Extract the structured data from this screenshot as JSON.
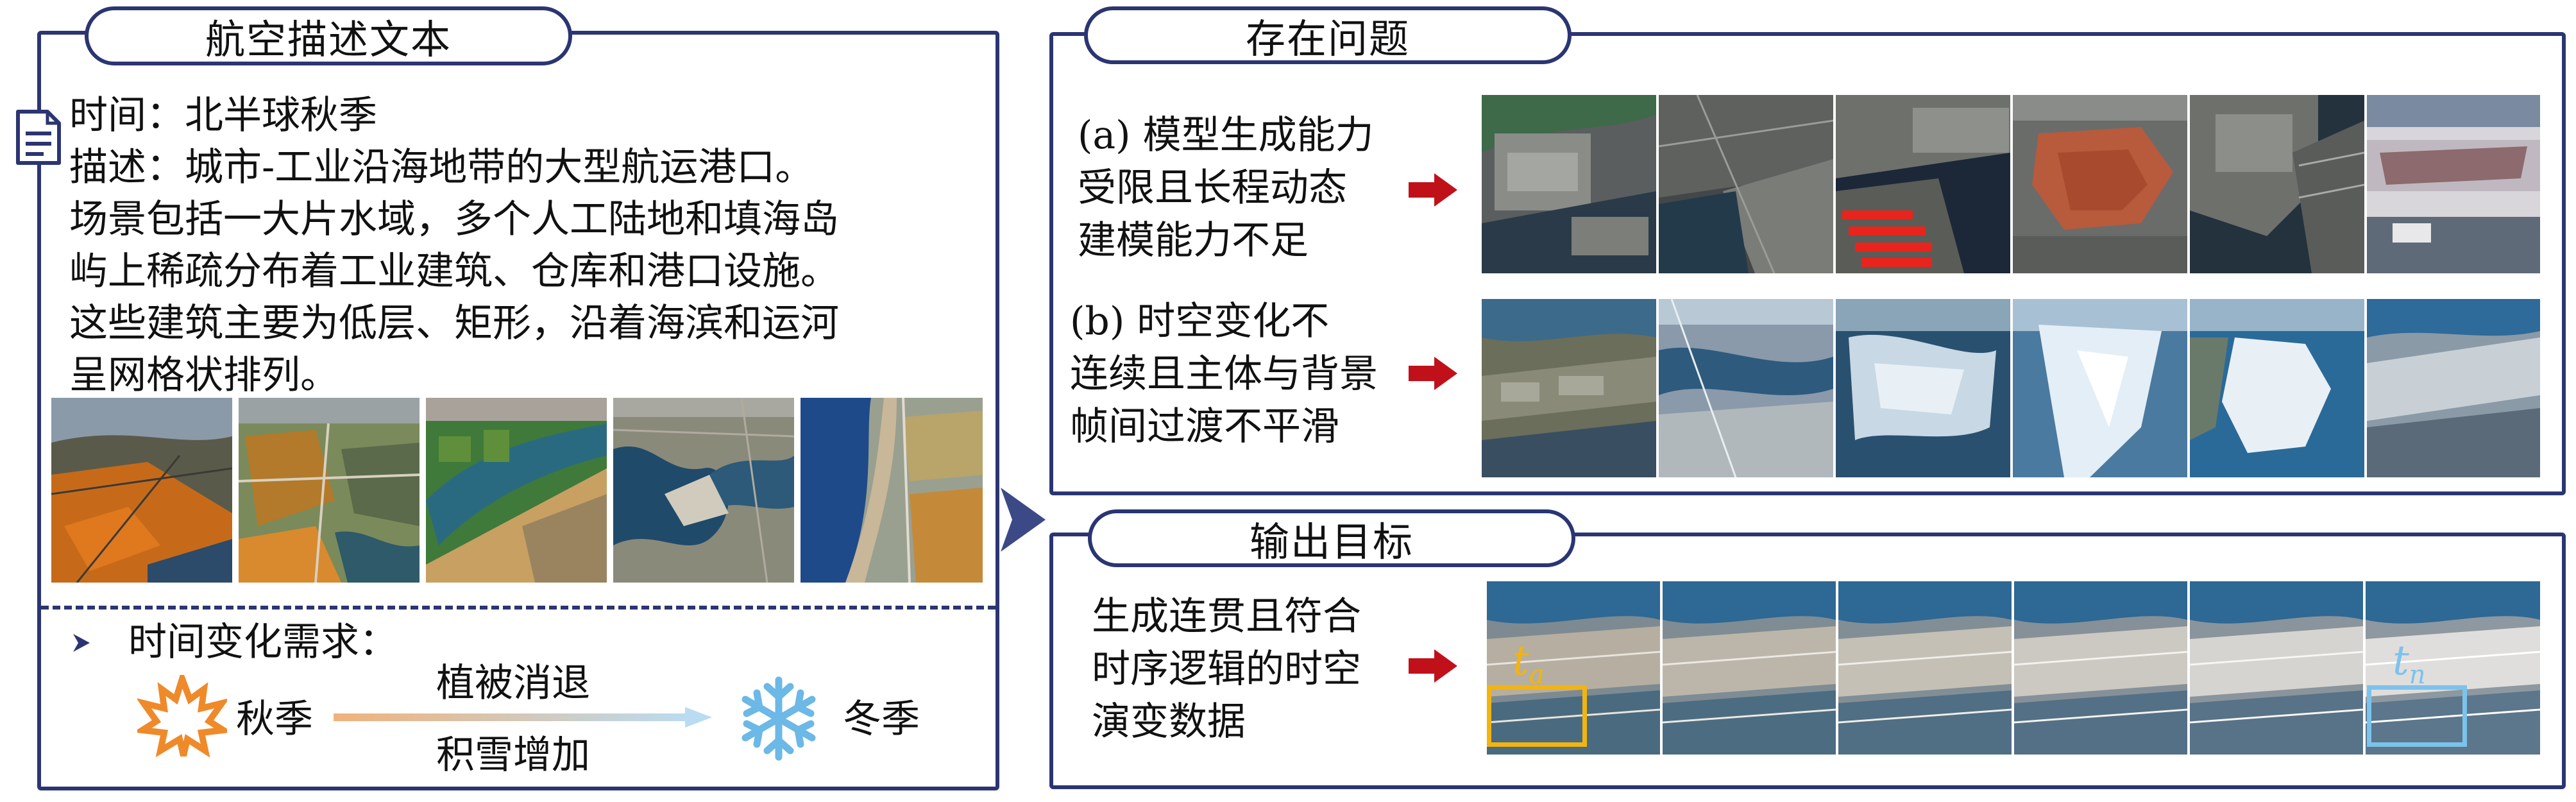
{
  "left": {
    "title": "航空描述文本",
    "lines": [
      "时间：北半球秋季",
      "描述：城市-工业沿海地带的大型航运港口。",
      "场景包括一大片水域，多个人工陆地和填海岛",
      "屿上稀疏分布着工业建筑、仓库和港口设施。",
      "这些建筑主要为低层、矩形，沿着海滨和运河",
      "呈网格状排列。"
    ],
    "requirement": "时间变化需求：",
    "season_from": "秋季",
    "season_to": "冬季",
    "change_top": "植被消退",
    "change_bottom": "积雪增加"
  },
  "problems": {
    "title": "存在问题",
    "a_lines": [
      "(a) 模型生成能力",
      "受限且长程动态",
      "建模能力不足"
    ],
    "b_lines": [
      "(b) 时空变化不",
      "连续且主体与背景",
      "帧间过渡不平滑"
    ]
  },
  "goal": {
    "title": "输出目标",
    "lines": [
      "生成连贯且符合",
      "时序逻辑的时空",
      "演变数据"
    ],
    "t_a": "t",
    "t_a_sub": "a",
    "t_n": "t",
    "t_n_sub": "n"
  },
  "colors": {
    "border": "#2b3572",
    "arrow_red": "#c0111b",
    "autumn_orange": "#ef8a2a",
    "snow_blue": "#6cb8e6",
    "box_yellow": "#f2b411",
    "box_blue": "#7cc3ec"
  },
  "icons": {
    "document": "document-icon",
    "bullet": "triangle-bullet-icon",
    "maple": "maple-leaf-icon",
    "snow": "snowflake-icon"
  }
}
